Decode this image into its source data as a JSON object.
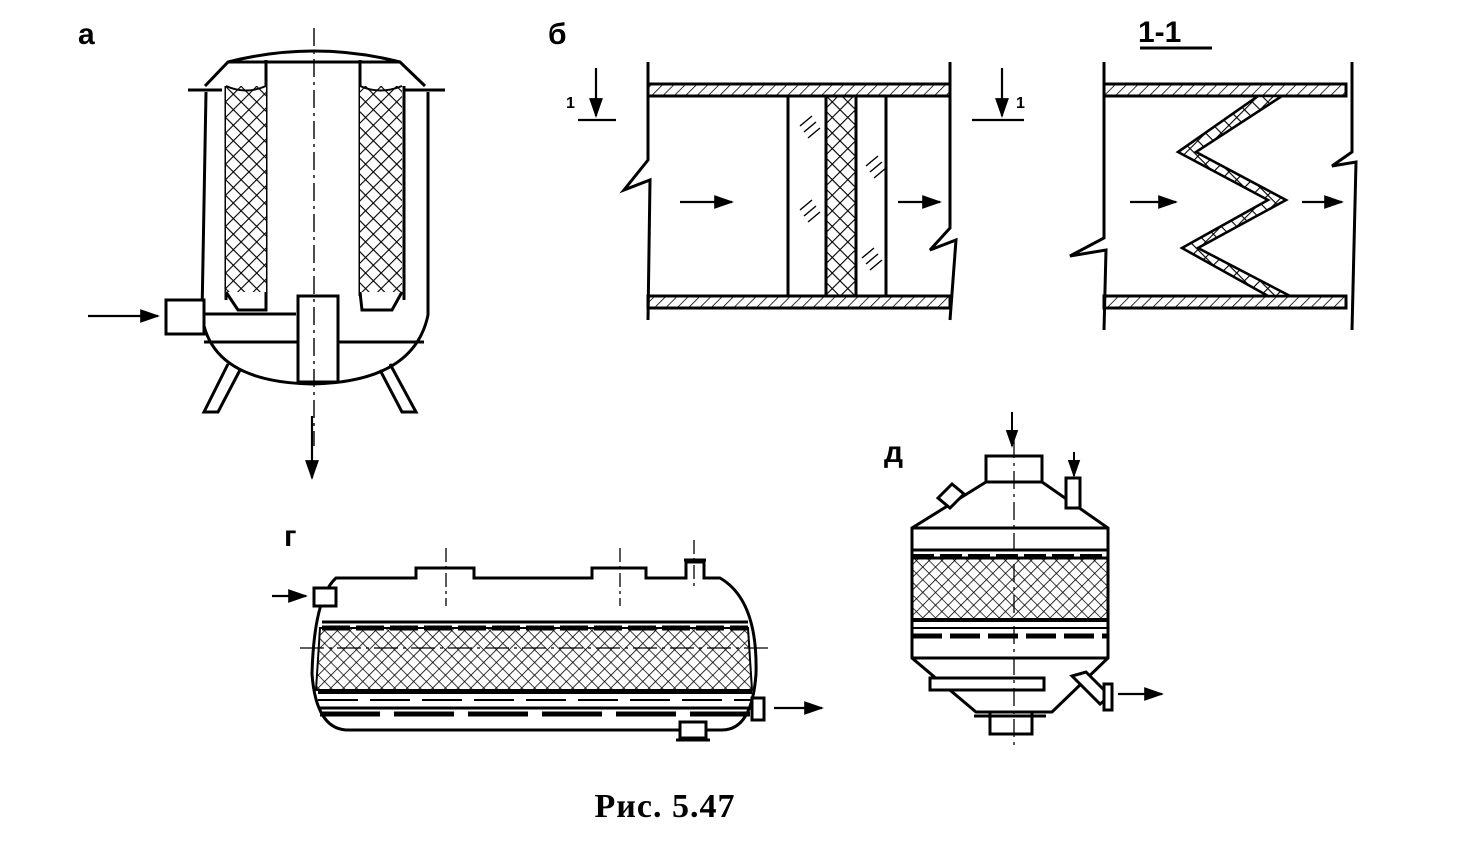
{
  "labels": {
    "a": "а",
    "b": "б",
    "section": "1-1",
    "sec_left": "1",
    "sec_right": "1",
    "g": "г",
    "d": "д"
  },
  "caption": "Рис. 5.47",
  "colors": {
    "ink": "#000000",
    "paper": "#ffffff"
  }
}
